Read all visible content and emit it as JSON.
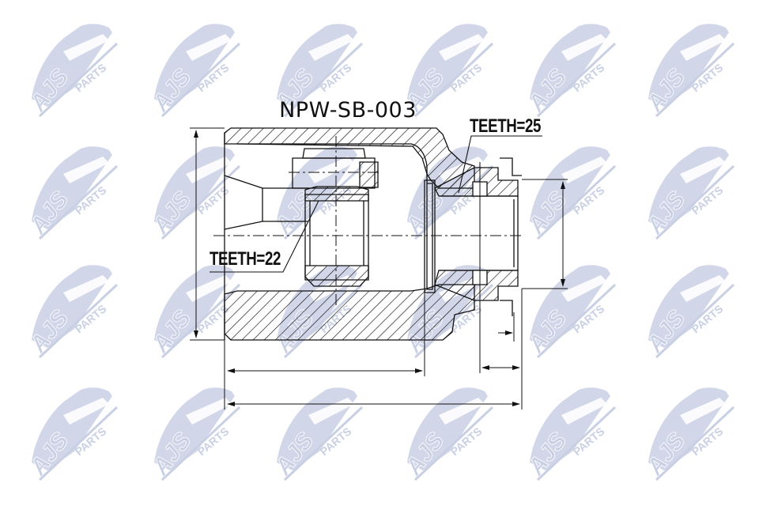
{
  "drawing": {
    "part_number": "NPW-SB-003",
    "type": "Inner CV joint (tripod) technical cross-section",
    "annotations": {
      "teeth_inner": "TEETH=22",
      "teeth_outer": "TEETH=25"
    },
    "dimensions": {
      "overall_height": "",
      "flange_diameter": "",
      "body_length": "",
      "overall_length": "",
      "flange_width": ""
    },
    "colors": {
      "line": "#111111",
      "watermark": "#c9d0e4",
      "background": "#ffffff"
    }
  },
  "watermark": {
    "text_main": "AJS",
    "text_sub": "PARTS",
    "rows": 4,
    "cols": 6
  }
}
